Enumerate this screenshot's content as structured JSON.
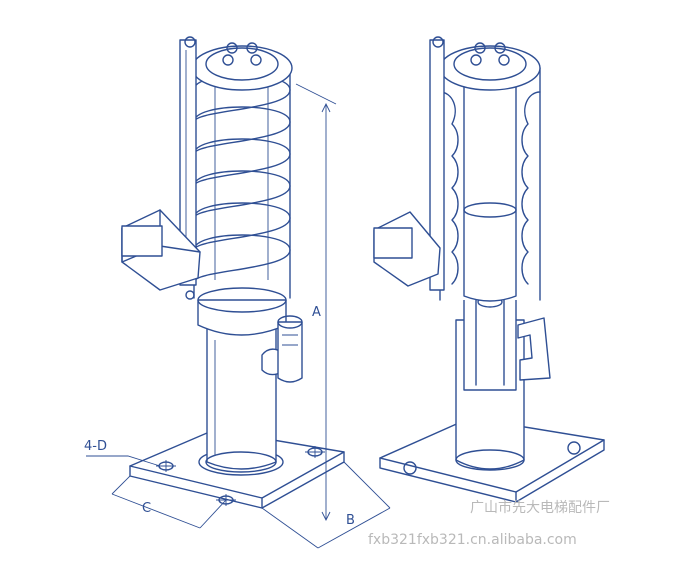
{
  "labels": {
    "height_dim": "A",
    "width_dim": "B",
    "depth_dim": "C",
    "holes": "4-D"
  },
  "watermark": {
    "line1": "广山市先大电梯配件厂",
    "line2": "fxb321fxb321.cn.alibaba.com"
  },
  "colors": {
    "line": "#2f4f94",
    "watermark": "#b9b9b9"
  }
}
